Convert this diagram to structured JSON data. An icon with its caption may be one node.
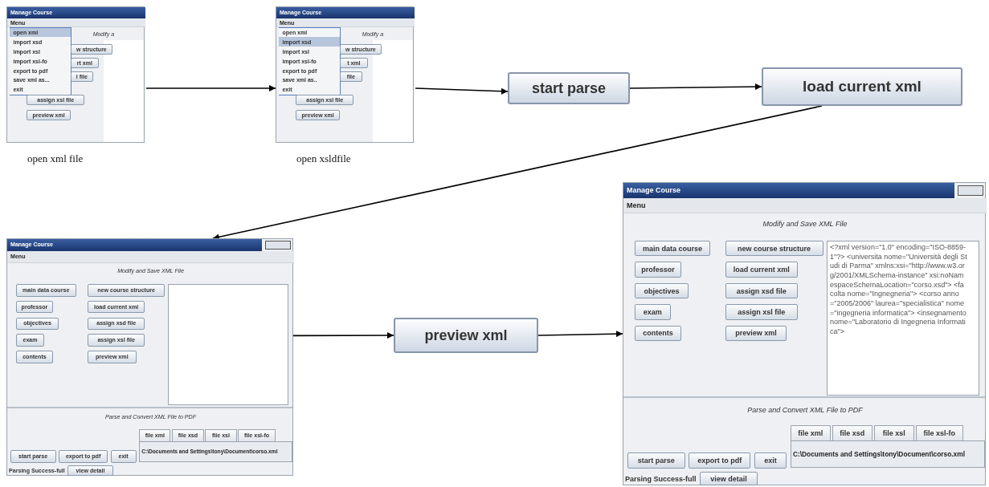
{
  "diagram": {
    "nodes": [
      {
        "text": [
          "Manage Course",
          "Menu",
          "open xml",
          "import xsd",
          "import xsl",
          "import xsl-fo",
          "export to pdf",
          "save xml as...",
          "exit",
          "Modify a",
          "w structure",
          "rt xml",
          "l file",
          "assign xsl file",
          "preview xml"
        ],
        "beside": [
          "open xml file"
        ]
      },
      {
        "text": [
          "Manage Course",
          "Menu",
          "open xml",
          "import xsd",
          "import xsl",
          "import xsl-fo",
          "export to pdf",
          "save xml as..",
          "exit",
          "Modify a",
          "w structure",
          "t xml",
          "file",
          "assign xsl file",
          "preview xml"
        ],
        "beside": [
          "open xsldfile"
        ]
      },
      {
        "text": [
          "start parse"
        ]
      },
      {
        "text": [
          "load current xml"
        ]
      },
      {
        "text": [
          "Manage Course",
          "Menu",
          "Modify and Save XML File",
          "main data course",
          "new course structure",
          "professor",
          "load current xml",
          "objectives",
          "assign xsd file",
          "exam",
          "assign xsl file",
          "contents",
          "preview xml",
          "Parse and Convert XML File to PDF",
          "file xml",
          "file xsd",
          "file xsl",
          "file xsl-fo",
          "C:\\Documents and Settings\\tony\\Document\\corso.xml",
          "start parse",
          "export to pdf",
          "exit",
          "Parsing Success-full",
          "view detail"
        ]
      },
      {
        "text": [
          "preview xml"
        ]
      },
      {
        "text": [
          "Manage Course",
          "Menu",
          "Modify and Save XML File",
          "main data course",
          "new course structure",
          "professor",
          "load current xml",
          "objectives",
          "assign xsd file",
          "exam",
          "assign xsl file",
          "contents",
          "preview xml",
          "<?xml version=\"1.0\" encoding=\"ISO-8859-1\"?> <universita nome=\"Università degli Studi di Parma\" xmlns:xsi=\"http://www.w3.org/2001/XMLSchema-instance\" xsi:noNamespaceSchemaLocation=\"corso.xsd\"> <facolta nome=\"Ingnegneria\"> <corso anno=\"2005/2006\" laurea=\"specialistica\" nome=\"ingegneria informatica\"> <insegnamento nome=\"Laboratorio di Ingegneria Informatica\">",
          "Parse and Convert XML File to PDF",
          "file xml",
          "file xsd",
          "file xsl",
          "file xsl-fo",
          "C:\\Documents and Settings\\tony\\Document\\corso.xml",
          "start parse",
          "export to pdf",
          "exit",
          "Parsing Success-full",
          "view detail"
        ]
      }
    ],
    "edges": [
      {
        "from": 0,
        "to": 1,
        "arrow": "to"
      },
      {
        "from": 1,
        "to": 2,
        "arrow": "to"
      },
      {
        "from": 2,
        "to": 3,
        "arrow": "to"
      },
      {
        "from": 3,
        "to": 4,
        "arrow": "to"
      },
      {
        "from": 4,
        "to": 5,
        "arrow": "to"
      },
      {
        "from": 5,
        "to": 6,
        "arrow": "to"
      }
    ]
  }
}
